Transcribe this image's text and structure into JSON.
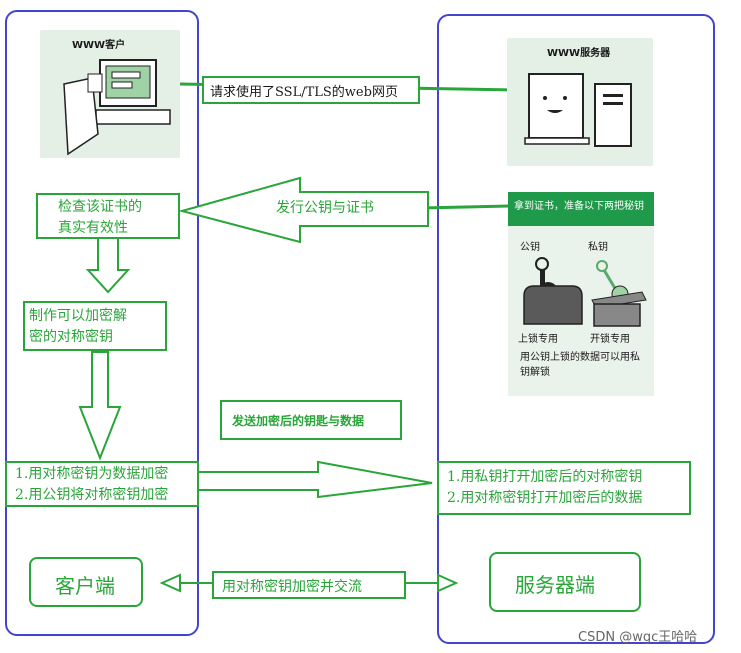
{
  "client_illustration": {
    "caption": "WWW客户"
  },
  "server_illustration": {
    "caption": "WWW服务器"
  },
  "request_label": "请求使用了SSL/TLS的web网页",
  "send_cert_label": "发行公钥与证书",
  "verify_box": [
    "检查该证书的",
    "真实有效性"
  ],
  "make_key_box": [
    "制作可以加密解",
    "密的对称密钥"
  ],
  "send_key_label": "发送加密后的钥匙与数据",
  "client_encrypt_box": [
    "1.用对称密钥为数据加密",
    "2.用公钥将对称密钥加密"
  ],
  "server_decrypt_box": [
    "1.用私钥打开加密后的对称密钥",
    "2.用对称密钥打开加密后的数据"
  ],
  "client_label": "客户端",
  "server_label": "服务器端",
  "exchange_label": "用对称密钥加密并交流",
  "key_card": {
    "title": "拿到证书，准备以下两把秘钥",
    "public_key": "公钥",
    "private_key": "私钥",
    "lock_caption": "上锁专用",
    "unlock_caption": "开锁专用",
    "footer": "用公钥上锁的数据可以用私钥解锁"
  },
  "watermark": "CSDN @wgc王哈哈",
  "colors": {
    "green": "#2aa53a",
    "lane": "#4444cc",
    "panel": "#e4efe6",
    "card_header": "#1f9a4a"
  }
}
